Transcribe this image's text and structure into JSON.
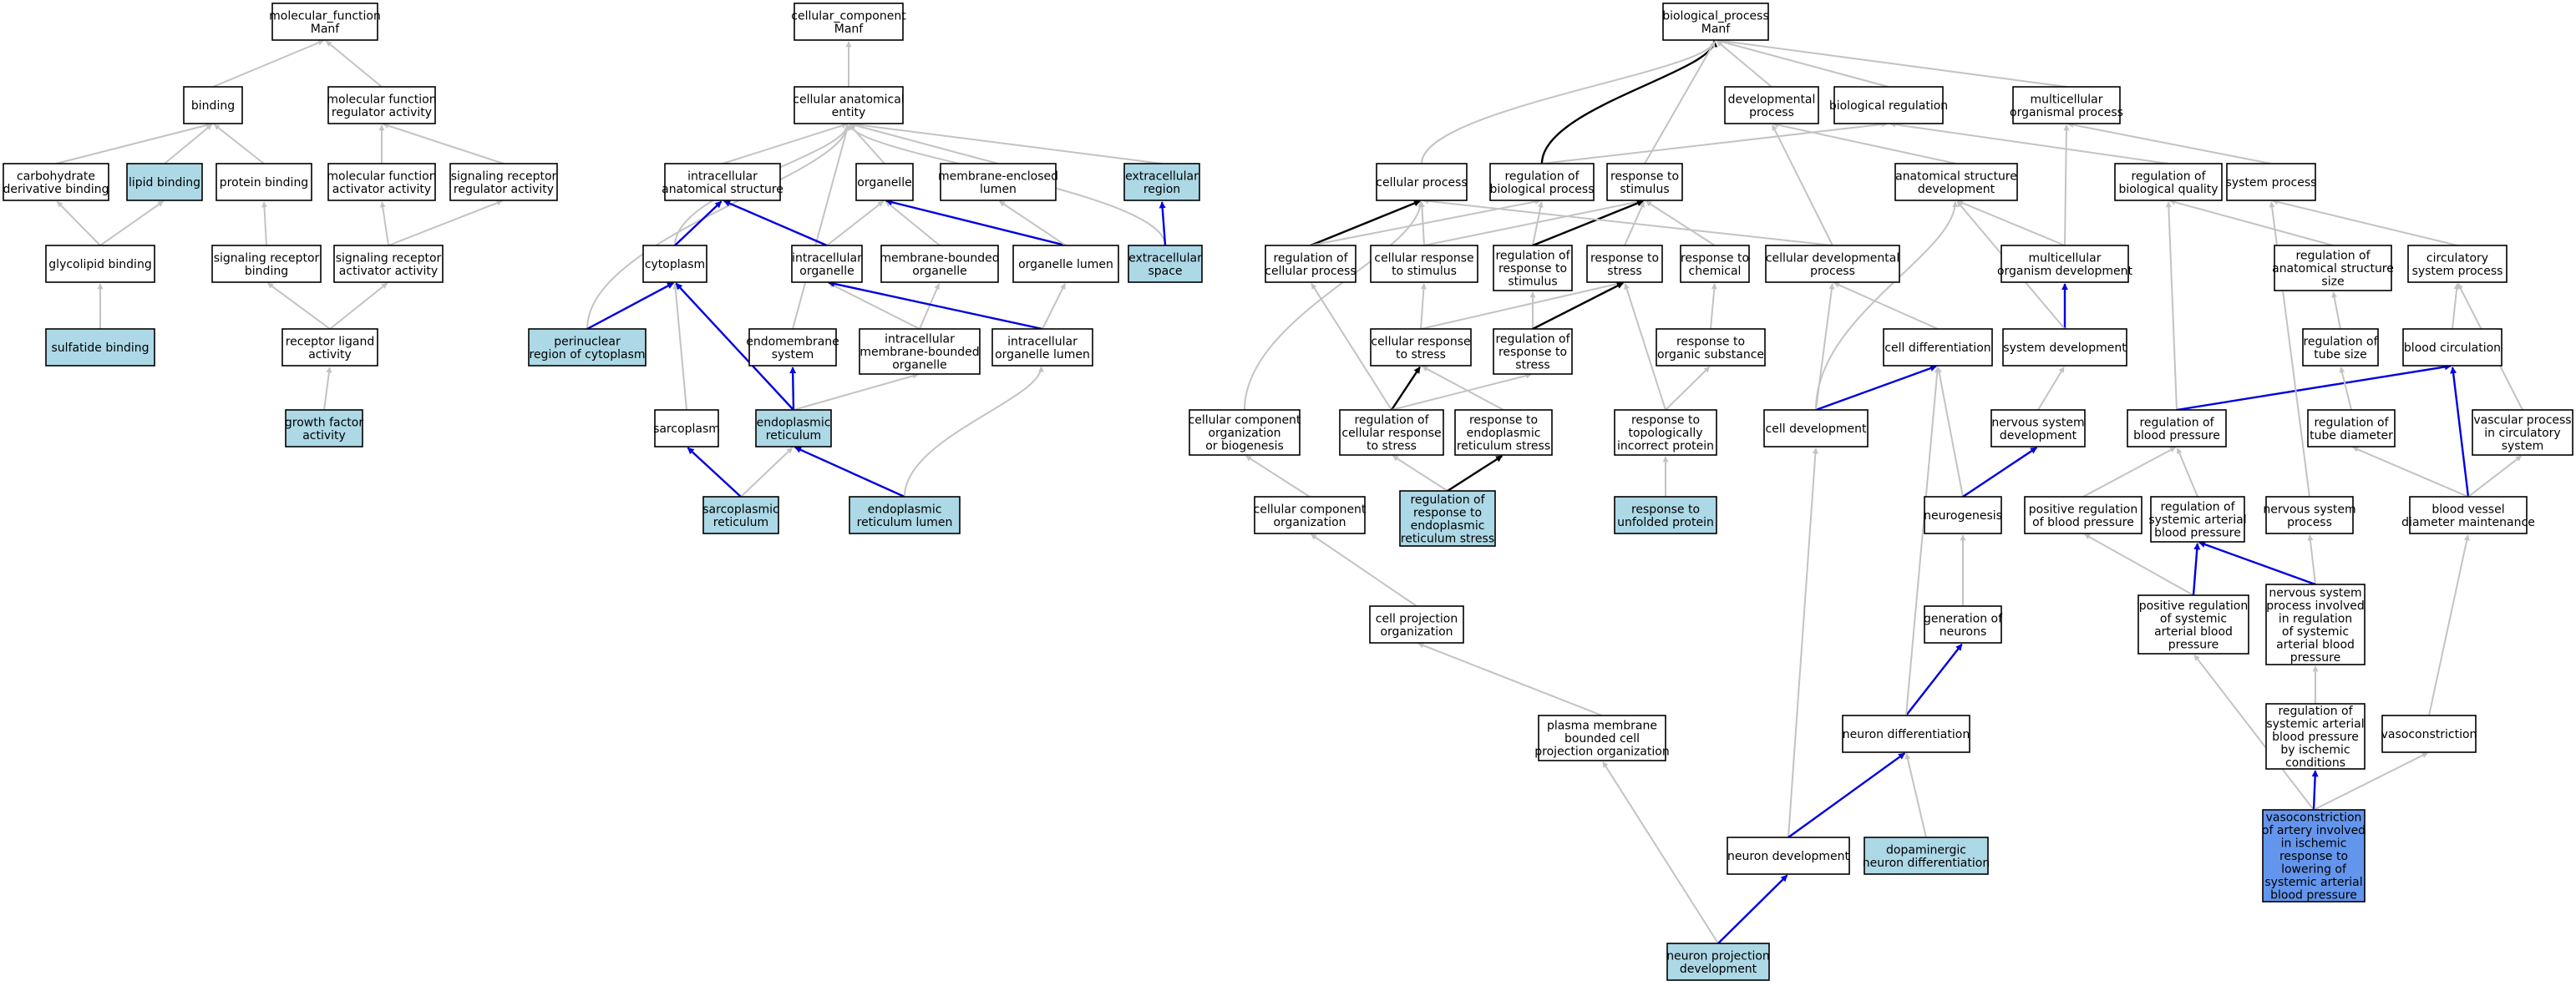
{
  "colors": {
    "plain": "#ffffff",
    "light": "#add8e6",
    "focus": "#6495ed",
    "edge_gray": "#c3c3c3",
    "edge_black": "#000000",
    "edge_blue": "#0000e0"
  },
  "nodes": {
    "mf_root": {
      "lines": [
        "molecular_function",
        "Manf"
      ],
      "fill": "plain"
    },
    "binding": {
      "lines": [
        "binding"
      ],
      "fill": "plain"
    },
    "mf_reg": {
      "lines": [
        "molecular function",
        "regulator activity"
      ],
      "fill": "plain"
    },
    "carb": {
      "lines": [
        "carbohydrate",
        "derivative binding"
      ],
      "fill": "plain"
    },
    "lipid": {
      "lines": [
        "lipid binding"
      ],
      "fill": "light"
    },
    "protein": {
      "lines": [
        "protein binding"
      ],
      "fill": "plain"
    },
    "mf_act": {
      "lines": [
        "molecular function",
        "activator activity"
      ],
      "fill": "plain"
    },
    "sig_reg": {
      "lines": [
        "signaling receptor",
        "regulator activity"
      ],
      "fill": "plain"
    },
    "glycolipid": {
      "lines": [
        "glycolipid binding"
      ],
      "fill": "plain"
    },
    "sig_bind": {
      "lines": [
        "signaling receptor",
        "binding"
      ],
      "fill": "plain"
    },
    "sig_act": {
      "lines": [
        "signaling receptor",
        "activator activity"
      ],
      "fill": "plain"
    },
    "sulfatide": {
      "lines": [
        "sulfatide binding"
      ],
      "fill": "light"
    },
    "rec_lig": {
      "lines": [
        "receptor ligand",
        "activity"
      ],
      "fill": "plain"
    },
    "growth": {
      "lines": [
        "growth factor",
        "activity"
      ],
      "fill": "light"
    },
    "cc_root": {
      "lines": [
        "cellular_component",
        "Manf"
      ],
      "fill": "plain"
    },
    "cae": {
      "lines": [
        "cellular anatomical",
        "entity"
      ],
      "fill": "plain"
    },
    "ias": {
      "lines": [
        "intracellular",
        "anatomical structure"
      ],
      "fill": "plain"
    },
    "organelle": {
      "lines": [
        "organelle"
      ],
      "fill": "plain"
    },
    "mel": {
      "lines": [
        "membrane-enclosed",
        "lumen"
      ],
      "fill": "plain"
    },
    "extreg": {
      "lines": [
        "extracellular",
        "region"
      ],
      "fill": "light"
    },
    "cytoplasm": {
      "lines": [
        "cytoplasm"
      ],
      "fill": "plain"
    },
    "icorg": {
      "lines": [
        "intracellular",
        "organelle"
      ],
      "fill": "plain"
    },
    "mbo": {
      "lines": [
        "membrane-bounded",
        "organelle"
      ],
      "fill": "plain"
    },
    "orglumen": {
      "lines": [
        "organelle lumen"
      ],
      "fill": "plain"
    },
    "extspace": {
      "lines": [
        "extracellular",
        "space"
      ],
      "fill": "light"
    },
    "perinuc": {
      "lines": [
        "perinuclear",
        "region of cytoplasm"
      ],
      "fill": "light"
    },
    "endomem": {
      "lines": [
        "endomembrane",
        "system"
      ],
      "fill": "plain"
    },
    "imbo": {
      "lines": [
        "intracellular",
        "membrane-bounded",
        "organelle"
      ],
      "fill": "plain"
    },
    "iol": {
      "lines": [
        "intracellular",
        "organelle lumen"
      ],
      "fill": "plain"
    },
    "sarcoplasm": {
      "lines": [
        "sarcoplasm"
      ],
      "fill": "plain"
    },
    "er": {
      "lines": [
        "endoplasmic",
        "reticulum"
      ],
      "fill": "light"
    },
    "sr": {
      "lines": [
        "sarcoplasmic",
        "reticulum"
      ],
      "fill": "light"
    },
    "erl": {
      "lines": [
        "endoplasmic",
        "reticulum lumen"
      ],
      "fill": "light"
    },
    "bp_root": {
      "lines": [
        "biological_process",
        "Manf"
      ],
      "fill": "plain"
    },
    "devproc": {
      "lines": [
        "developmental",
        "process"
      ],
      "fill": "plain"
    },
    "bioreg": {
      "lines": [
        "biological regulation"
      ],
      "fill": "plain"
    },
    "multi": {
      "lines": [
        "multicellular",
        "organismal process"
      ],
      "fill": "plain"
    },
    "cellproc": {
      "lines": [
        "cellular process"
      ],
      "fill": "plain"
    },
    "regbio": {
      "lines": [
        "regulation of",
        "biological process"
      ],
      "fill": "plain"
    },
    "respstim": {
      "lines": [
        "response to",
        "stimulus"
      ],
      "fill": "plain"
    },
    "asdev": {
      "lines": [
        "anatomical structure",
        "development"
      ],
      "fill": "plain"
    },
    "regbq": {
      "lines": [
        "regulation of",
        "biological quality"
      ],
      "fill": "plain"
    },
    "sysproc": {
      "lines": [
        "system process"
      ],
      "fill": "plain"
    },
    "regcell": {
      "lines": [
        "regulation of",
        "cellular process"
      ],
      "fill": "plain"
    },
    "cellresp": {
      "lines": [
        "cellular response",
        "to stimulus"
      ],
      "fill": "plain"
    },
    "regresp": {
      "lines": [
        "regulation of",
        "response to",
        "stimulus"
      ],
      "fill": "plain"
    },
    "respstress": {
      "lines": [
        "response to",
        "stress"
      ],
      "fill": "plain"
    },
    "respchem": {
      "lines": [
        "response to",
        "chemical"
      ],
      "fill": "plain"
    },
    "celldevproc": {
      "lines": [
        "cellular developmental",
        "process"
      ],
      "fill": "plain"
    },
    "multidev": {
      "lines": [
        "multicellular",
        "organism development"
      ],
      "fill": "plain"
    },
    "regass": {
      "lines": [
        "regulation of",
        "anatomical structure",
        "size"
      ],
      "fill": "plain"
    },
    "circsys": {
      "lines": [
        "circulatory",
        "system process"
      ],
      "fill": "plain"
    },
    "cellrespstress": {
      "lines": [
        "cellular response",
        "to stress"
      ],
      "fill": "plain"
    },
    "regrespstress": {
      "lines": [
        "regulation of",
        "response to",
        "stress"
      ],
      "fill": "plain"
    },
    "resporg": {
      "lines": [
        "response to",
        "organic substance"
      ],
      "fill": "plain"
    },
    "celldiff": {
      "lines": [
        "cell differentiation"
      ],
      "fill": "plain"
    },
    "sysdev": {
      "lines": [
        "system development"
      ],
      "fill": "plain"
    },
    "regtube": {
      "lines": [
        "regulation of",
        "tube size"
      ],
      "fill": "plain"
    },
    "bloodcirc": {
      "lines": [
        "blood circulation"
      ],
      "fill": "plain"
    },
    "ccob": {
      "lines": [
        "cellular component",
        "organization",
        "or biogenesis"
      ],
      "fill": "plain"
    },
    "regcrs": {
      "lines": [
        "regulation of",
        "cellular response",
        "to stress"
      ],
      "fill": "plain"
    },
    "respers": {
      "lines": [
        "response to",
        "endoplasmic",
        "reticulum stress"
      ],
      "fill": "plain"
    },
    "resptip": {
      "lines": [
        "response to",
        "topologically",
        "incorrect protein"
      ],
      "fill": "plain"
    },
    "celldev": {
      "lines": [
        "cell development"
      ],
      "fill": "plain"
    },
    "nsdev": {
      "lines": [
        "nervous system",
        "development"
      ],
      "fill": "plain"
    },
    "regbp": {
      "lines": [
        "regulation of",
        "blood pressure"
      ],
      "fill": "plain"
    },
    "regtd": {
      "lines": [
        "regulation of",
        "tube diameter"
      ],
      "fill": "plain"
    },
    "vascproc": {
      "lines": [
        "vascular process",
        "in circulatory",
        "system"
      ],
      "fill": "plain"
    },
    "cco": {
      "lines": [
        "cellular component",
        "organization"
      ],
      "fill": "plain"
    },
    "regrers": {
      "lines": [
        "regulation of",
        "response to",
        "endoplasmic",
        "reticulum stress"
      ],
      "fill": "light"
    },
    "respunf": {
      "lines": [
        "response to",
        "unfolded protein"
      ],
      "fill": "light"
    },
    "neurogenesis": {
      "lines": [
        "neurogenesis"
      ],
      "fill": "plain"
    },
    "posbp": {
      "lines": [
        "positive regulation",
        "of blood pressure"
      ],
      "fill": "plain"
    },
    "regsabp": {
      "lines": [
        "regulation of",
        "systemic arterial",
        "blood pressure"
      ],
      "fill": "plain"
    },
    "nsproc": {
      "lines": [
        "nervous system",
        "process"
      ],
      "fill": "plain"
    },
    "bvdm": {
      "lines": [
        "blood vessel",
        "diameter maintenance"
      ],
      "fill": "plain"
    },
    "cpo": {
      "lines": [
        "cell projection",
        "organization"
      ],
      "fill": "plain"
    },
    "genneur": {
      "lines": [
        "generation of",
        "neurons"
      ],
      "fill": "plain"
    },
    "possabp": {
      "lines": [
        "positive regulation",
        "of systemic",
        "arterial blood",
        "pressure"
      ],
      "fill": "plain"
    },
    "nsproc_inv": {
      "lines": [
        "nervous system",
        "process involved",
        "in regulation",
        "of systemic",
        "arterial blood",
        "pressure"
      ],
      "fill": "plain"
    },
    "pmbcpo": {
      "lines": [
        "plasma membrane",
        "bounded cell",
        "projection organization"
      ],
      "fill": "plain"
    },
    "neurdiff": {
      "lines": [
        "neuron differentiation"
      ],
      "fill": "plain"
    },
    "regsabp_isch": {
      "lines": [
        "regulation of",
        "systemic arterial",
        "blood pressure",
        "by ischemic",
        "conditions"
      ],
      "fill": "plain"
    },
    "vasocon": {
      "lines": [
        "vasoconstriction"
      ],
      "fill": "plain"
    },
    "neurdev": {
      "lines": [
        "neuron development"
      ],
      "fill": "plain"
    },
    "dopa": {
      "lines": [
        "dopaminergic",
        "neuron differentiation"
      ],
      "fill": "light"
    },
    "vasoart": {
      "lines": [
        "vasoconstriction",
        "of artery involved",
        "in ischemic",
        "response to",
        "lowering of",
        "systemic arterial",
        "blood pressure"
      ],
      "fill": "focus"
    },
    "npd": {
      "lines": [
        "neuron projection",
        "development"
      ],
      "fill": "light"
    }
  }
}
